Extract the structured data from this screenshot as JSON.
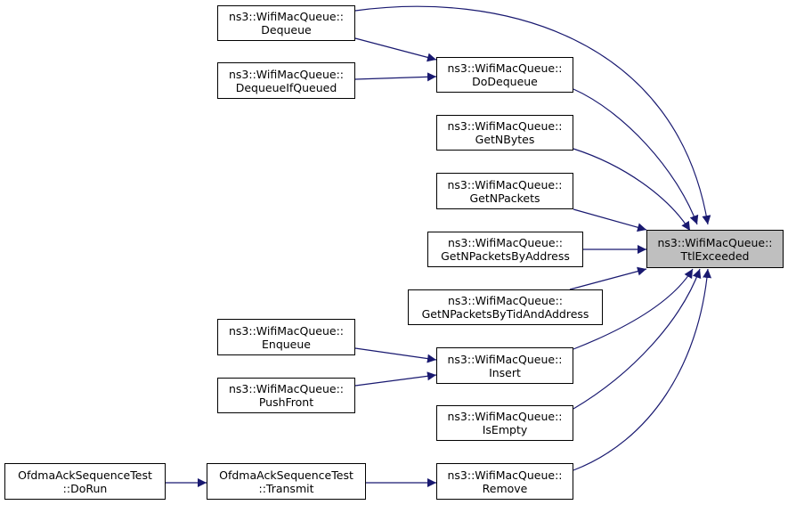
{
  "graph": {
    "colors": {
      "edge": "#191970",
      "node_border": "#000000",
      "node_fill": "#ffffff",
      "target_fill": "#bfbfbf"
    },
    "nodes": {
      "ttlexceeded": [
        "ns3::WifiMacQueue::",
        "TtlExceeded"
      ],
      "dequeue": [
        "ns3::WifiMacQueue::",
        "Dequeue"
      ],
      "dequeueifqueued": [
        "ns3::WifiMacQueue::",
        "DequeueIfQueued"
      ],
      "dodequeue": [
        "ns3::WifiMacQueue::",
        "DoDequeue"
      ],
      "getnbytes": [
        "ns3::WifiMacQueue::",
        "GetNBytes"
      ],
      "getnpackets": [
        "ns3::WifiMacQueue::",
        "GetNPackets"
      ],
      "getnpacketsbyaddress": [
        "ns3::WifiMacQueue::",
        "GetNPacketsByAddress"
      ],
      "getnpacketsbytidandaddress": [
        "ns3::WifiMacQueue::",
        "GetNPacketsByTidAndAddress"
      ],
      "enqueue": [
        "ns3::WifiMacQueue::",
        "Enqueue"
      ],
      "pushfront": [
        "ns3::WifiMacQueue::",
        "PushFront"
      ],
      "insert": [
        "ns3::WifiMacQueue::",
        "Insert"
      ],
      "isempty": [
        "ns3::WifiMacQueue::",
        "IsEmpty"
      ],
      "remove": [
        "ns3::WifiMacQueue::",
        "Remove"
      ],
      "dorun": [
        "OfdmaAckSequenceTest",
        "::DoRun"
      ],
      "transmit": [
        "OfdmaAckSequenceTest",
        "::Transmit"
      ]
    }
  }
}
